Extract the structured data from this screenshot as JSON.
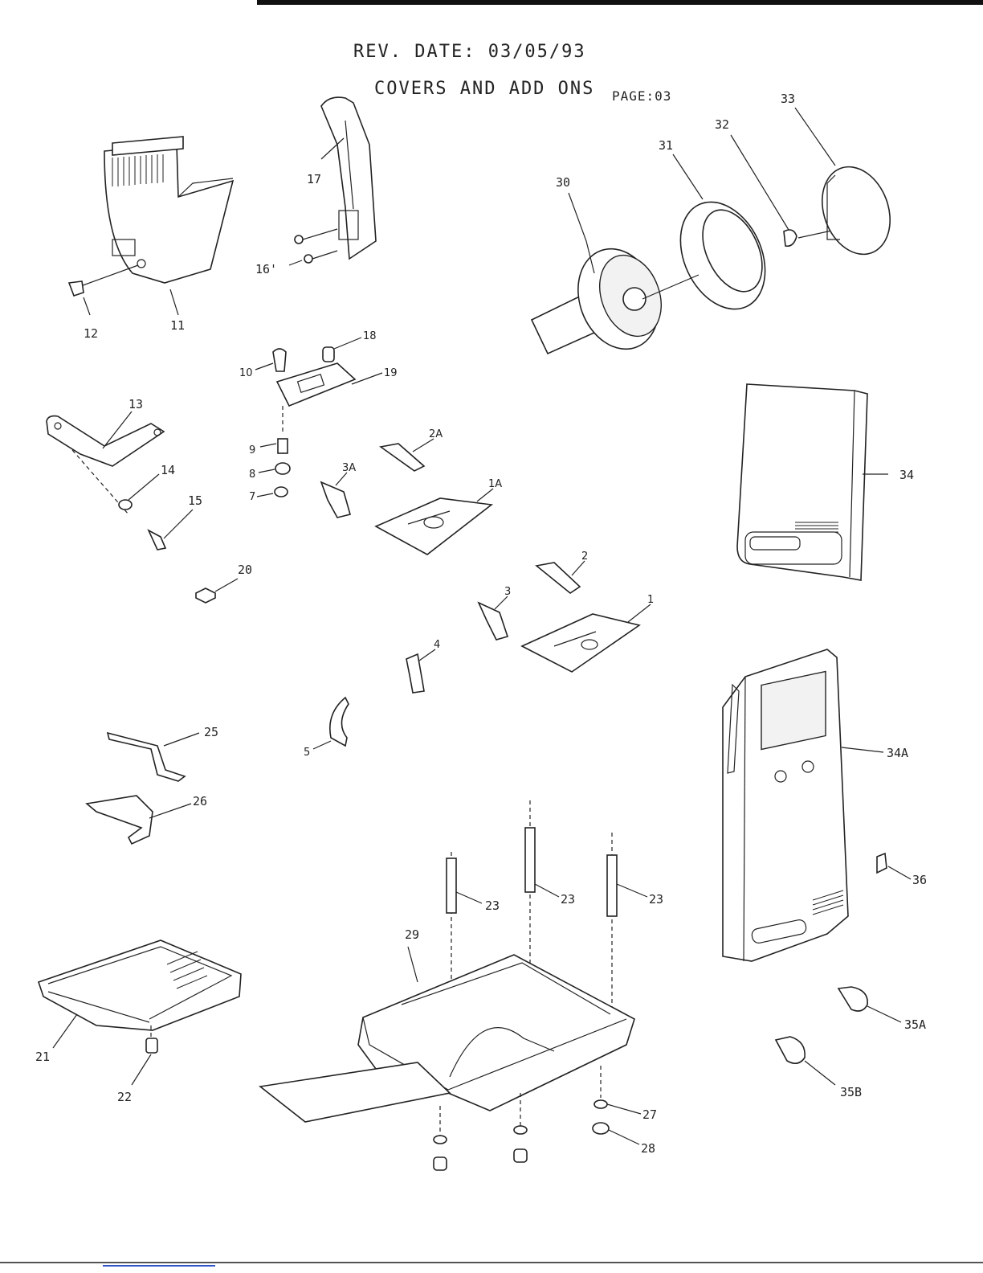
{
  "header": {
    "rev_date": "REV. DATE: 03/05/93",
    "section_title": "COVERS AND ADD ONS",
    "page": "PAGE:03"
  },
  "parts": [
    {
      "id": "p11",
      "name": "part-11",
      "label": "11"
    },
    {
      "id": "p12",
      "name": "part-12",
      "label": "12"
    },
    {
      "id": "p17",
      "name": "part-17",
      "label": "17"
    },
    {
      "id": "p16",
      "name": "part-16",
      "label": "16'"
    },
    {
      "id": "p30",
      "name": "part-30",
      "label": "30"
    },
    {
      "id": "p31",
      "name": "part-31",
      "label": "31"
    },
    {
      "id": "p32",
      "name": "part-32",
      "label": "32"
    },
    {
      "id": "p33",
      "name": "part-33",
      "label": "33"
    },
    {
      "id": "p18",
      "name": "part-18",
      "label": "18"
    },
    {
      "id": "p10",
      "name": "part-10",
      "label": "10"
    },
    {
      "id": "p19",
      "name": "part-19",
      "label": "19"
    },
    {
      "id": "p13",
      "name": "part-13",
      "label": "13"
    },
    {
      "id": "p14",
      "name": "part-14",
      "label": "14"
    },
    {
      "id": "p15",
      "name": "part-15",
      "label": "15"
    },
    {
      "id": "p9",
      "name": "part-9",
      "label": "9"
    },
    {
      "id": "p8",
      "name": "part-8",
      "label": "8"
    },
    {
      "id": "p7",
      "name": "part-7",
      "label": "7"
    },
    {
      "id": "p3A",
      "name": "part-3a",
      "label": "3A"
    },
    {
      "id": "p2A",
      "name": "part-2a",
      "label": "2A"
    },
    {
      "id": "p1A",
      "name": "part-1a",
      "label": "1A"
    },
    {
      "id": "p34",
      "name": "part-34",
      "label": "34"
    },
    {
      "id": "p20",
      "name": "part-20",
      "label": "20"
    },
    {
      "id": "p2",
      "name": "part-2",
      "label": "2"
    },
    {
      "id": "p3",
      "name": "part-3",
      "label": "3"
    },
    {
      "id": "p1",
      "name": "part-1",
      "label": "1"
    },
    {
      "id": "p4",
      "name": "part-4",
      "label": "4"
    },
    {
      "id": "p5",
      "name": "part-5",
      "label": "5"
    },
    {
      "id": "p25",
      "name": "part-25",
      "label": "25"
    },
    {
      "id": "p26",
      "name": "part-26",
      "label": "26"
    },
    {
      "id": "p34A",
      "name": "part-34a",
      "label": "34A"
    },
    {
      "id": "p36",
      "name": "part-36",
      "label": "36"
    },
    {
      "id": "p23a",
      "name": "part-23-left",
      "label": "23"
    },
    {
      "id": "p23b",
      "name": "part-23-center",
      "label": "23"
    },
    {
      "id": "p23c",
      "name": "part-23-right",
      "label": "23"
    },
    {
      "id": "p29",
      "name": "part-29",
      "label": "29"
    },
    {
      "id": "p21",
      "name": "part-21",
      "label": "21"
    },
    {
      "id": "p22",
      "name": "part-22",
      "label": "22"
    },
    {
      "id": "p35A",
      "name": "part-35a",
      "label": "35A"
    },
    {
      "id": "p35B",
      "name": "part-35b",
      "label": "35B"
    },
    {
      "id": "p27",
      "name": "part-27",
      "label": "27"
    },
    {
      "id": "p28",
      "name": "part-28",
      "label": "28"
    }
  ]
}
